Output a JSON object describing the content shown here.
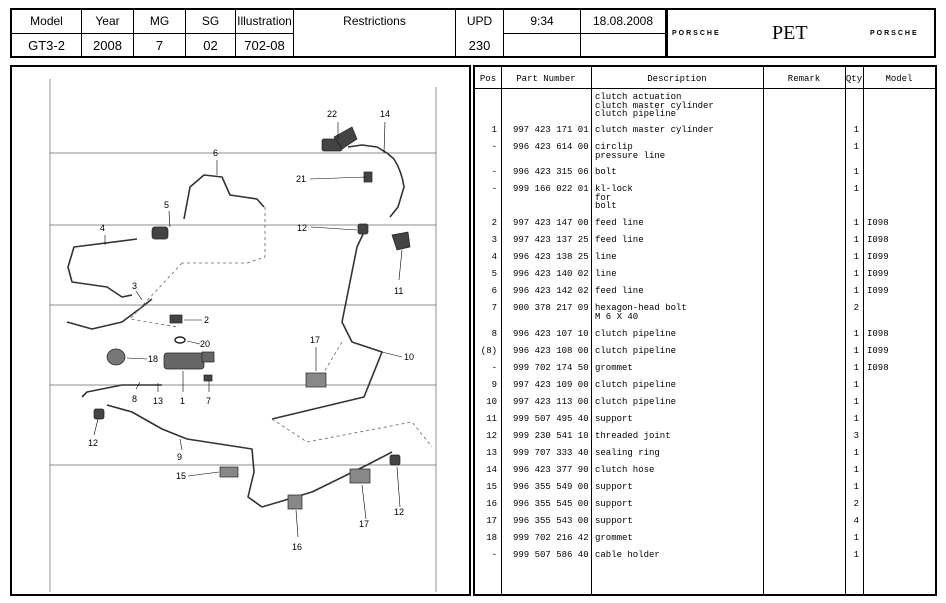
{
  "header": {
    "model": {
      "label": "Model",
      "value": "GT3-2"
    },
    "year": {
      "label": "Year",
      "value": "2008"
    },
    "mg": {
      "label": "MG",
      "value": "7"
    },
    "sg": {
      "label": "SG",
      "value": "02"
    },
    "illustration": {
      "label": "Illustration",
      "value": "702-08"
    },
    "restrictions": {
      "label": "Restrictions",
      "value": ""
    },
    "upd": {
      "label": "UPD",
      "value": "230"
    },
    "time": "9:34",
    "date": "18.08.2008",
    "brand_left": "PORSCHE",
    "title": "PET",
    "brand_right": "PORSCHE"
  },
  "table": {
    "headers": {
      "pos": "Pos",
      "part": "Part Number",
      "desc": "Description",
      "remark": "Remark",
      "qty": "Qty",
      "model": "Model"
    },
    "rows": [
      {
        "pos": "",
        "part": "",
        "desc": [
          "clutch actuation",
          "clutch master cylinder",
          "clutch pipeline"
        ],
        "remark": "",
        "qty": "",
        "model": ""
      },
      {
        "pos": "1",
        "part": "997 423 171 01",
        "desc": [
          "clutch master cylinder"
        ],
        "remark": "",
        "qty": "1",
        "model": ""
      },
      {
        "pos": "-",
        "part": "996 423 614 00",
        "desc": [
          "circlip",
          "pressure line"
        ],
        "remark": "",
        "qty": "1",
        "model": ""
      },
      {
        "pos": "-",
        "part": "996 423 315 06",
        "desc": [
          "bolt"
        ],
        "remark": "",
        "qty": "1",
        "model": ""
      },
      {
        "pos": "-",
        "part": "999 166 022 01",
        "desc": [
          "kl-lock",
          "for",
          "bolt"
        ],
        "remark": "",
        "qty": "1",
        "model": ""
      },
      {
        "pos": "2",
        "part": "997 423 147 00",
        "desc": [
          "feed line"
        ],
        "remark": "",
        "qty": "1",
        "model": "I098"
      },
      {
        "pos": "3",
        "part": "997 423 137 25",
        "desc": [
          "feed line"
        ],
        "remark": "",
        "qty": "1",
        "model": "I098"
      },
      {
        "pos": "4",
        "part": "996 423 138 25",
        "desc": [
          "line"
        ],
        "remark": "",
        "qty": "1",
        "model": "I099"
      },
      {
        "pos": "5",
        "part": "996 423 140 02",
        "desc": [
          "line"
        ],
        "remark": "",
        "qty": "1",
        "model": "I099"
      },
      {
        "pos": "6",
        "part": "996 423 142 02",
        "desc": [
          "feed line"
        ],
        "remark": "",
        "qty": "1",
        "model": "I099"
      },
      {
        "pos": "7",
        "part": "900 378 217 09",
        "desc": [
          "hexagon-head bolt",
          "M 6 X 40"
        ],
        "remark": "",
        "qty": "2",
        "model": ""
      },
      {
        "pos": "8",
        "part": "996 423 107 10",
        "desc": [
          "clutch pipeline"
        ],
        "remark": "",
        "qty": "1",
        "model": "I098"
      },
      {
        "pos": "(8)",
        "part": "996 423 108 00",
        "desc": [
          "clutch pipeline"
        ],
        "remark": "",
        "qty": "1",
        "model": "I099"
      },
      {
        "pos": "-",
        "part": "999 702 174 50",
        "desc": [
          "grommet"
        ],
        "remark": "",
        "qty": "1",
        "model": "I098"
      },
      {
        "pos": "9",
        "part": "997 423 109 00",
        "desc": [
          "clutch pipeline"
        ],
        "remark": "",
        "qty": "1",
        "model": ""
      },
      {
        "pos": "10",
        "part": "997 423 113 00",
        "desc": [
          "clutch pipeline"
        ],
        "remark": "",
        "qty": "1",
        "model": ""
      },
      {
        "pos": "11",
        "part": "999 507 495 40",
        "desc": [
          "support"
        ],
        "remark": "",
        "qty": "1",
        "model": ""
      },
      {
        "pos": "12",
        "part": "999 230 541 10",
        "desc": [
          "threaded joint"
        ],
        "remark": "",
        "qty": "3",
        "model": ""
      },
      {
        "pos": "13",
        "part": "999 707 333 40",
        "desc": [
          "sealing ring"
        ],
        "remark": "",
        "qty": "1",
        "model": ""
      },
      {
        "pos": "14",
        "part": "996 423 377 90",
        "desc": [
          "clutch hose"
        ],
        "remark": "",
        "qty": "1",
        "model": ""
      },
      {
        "pos": "15",
        "part": "996 355 549 00",
        "desc": [
          "support"
        ],
        "remark": "",
        "qty": "1",
        "model": ""
      },
      {
        "pos": "16",
        "part": "996 355 545 00",
        "desc": [
          "support"
        ],
        "remark": "",
        "qty": "2",
        "model": ""
      },
      {
        "pos": "17",
        "part": "996 355 543 00",
        "desc": [
          "support"
        ],
        "remark": "",
        "qty": "4",
        "model": ""
      },
      {
        "pos": "18",
        "part": "999 702 216 42",
        "desc": [
          "grommet"
        ],
        "remark": "",
        "qty": "1",
        "model": ""
      },
      {
        "pos": "-",
        "part": "999 507 586 40",
        "desc": [
          "cable holder"
        ],
        "remark": "",
        "qty": "1",
        "model": ""
      }
    ]
  },
  "diagram": {
    "labels": [
      "22",
      "14",
      "6",
      "21",
      "5",
      "4",
      "12",
      "11",
      "3",
      "2",
      "20",
      "18",
      "17",
      "10",
      "8",
      "13",
      "1",
      "7",
      "12",
      "9",
      "15",
      "17",
      "12",
      "16"
    ]
  }
}
